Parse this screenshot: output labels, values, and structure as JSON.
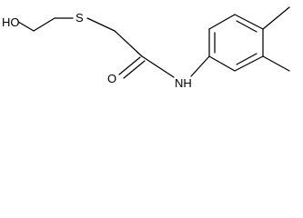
{
  "molecule": {
    "atoms": {
      "hydroxyl": "HO",
      "sulfur": "S",
      "carbonyl_oxygen": "O",
      "amide_nitrogen": "NH"
    }
  }
}
